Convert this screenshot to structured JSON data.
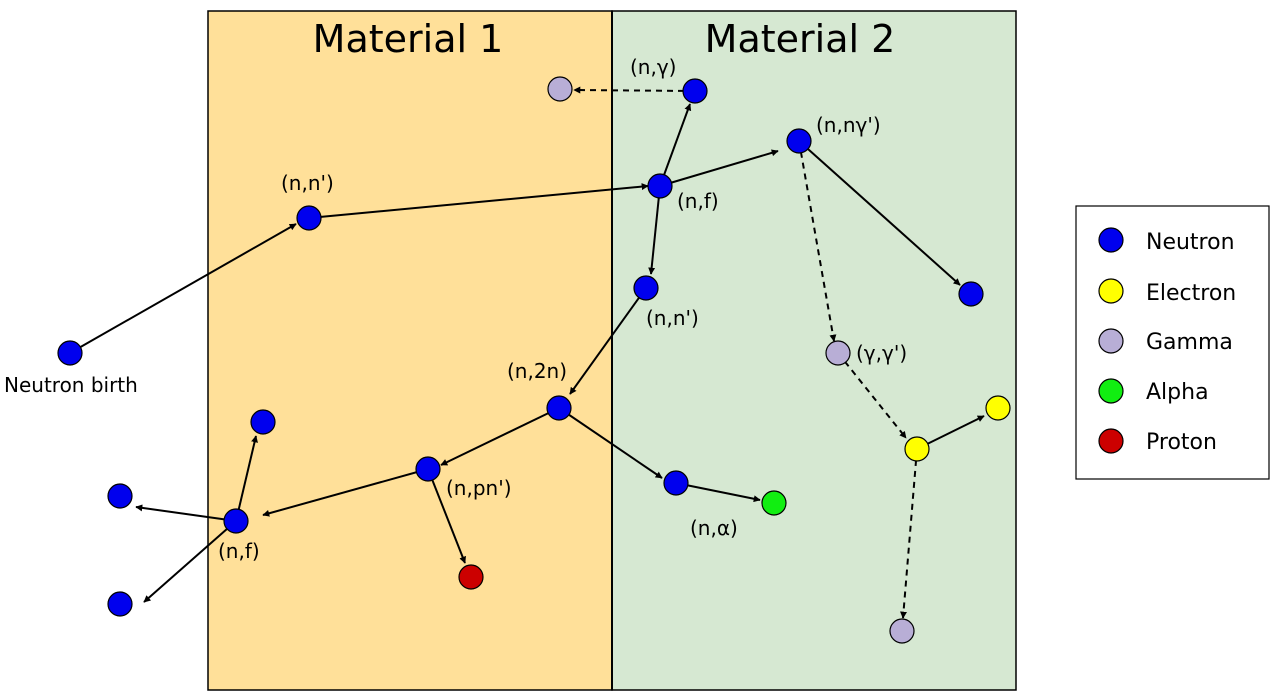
{
  "materials": {
    "m1": {
      "title": "Material 1",
      "color": "#FFE099"
    },
    "m2": {
      "title": "Material 2",
      "color": "#D6E8D2"
    }
  },
  "particle_colors": {
    "neutron": "#0000EE",
    "electron": "#FFFF00",
    "gamma": "#B8AED6",
    "alpha": "#11EE11",
    "proton": "#CC0000"
  },
  "labels": {
    "birth": "Neutron birth",
    "nn1": "(n,n')",
    "nf_top": "(n,f)",
    "ngamma": "(n,γ)",
    "nngamma": "(n,nγ')",
    "nn2": "(n,n')",
    "n2n": "(n,2n)",
    "npn": "(n,pn')",
    "nf_bottom": "(n,f)",
    "nalpha": "(n,α)",
    "gg": "(γ,γ')"
  },
  "legend": {
    "items": [
      {
        "label": "Neutron",
        "color": "#0000EE"
      },
      {
        "label": "Electron",
        "color": "#FFFF00"
      },
      {
        "label": "Gamma",
        "color": "#B8AED6"
      },
      {
        "label": "Alpha",
        "color": "#11EE11"
      },
      {
        "label": "Proton",
        "color": "#CC0000"
      }
    ]
  }
}
